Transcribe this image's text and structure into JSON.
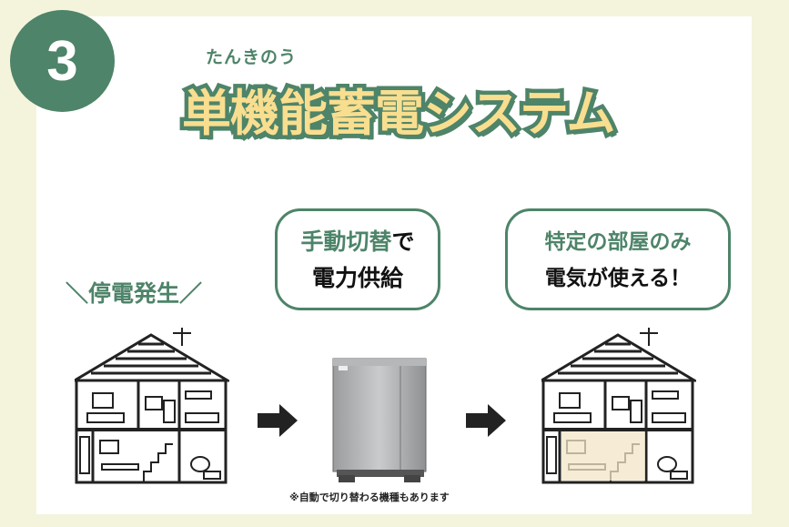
{
  "step_number": "3",
  "title_ruby": "たんきのう",
  "title": "単機能蓄電システム",
  "outage_label": "＼停電発生／",
  "box1": {
    "line1_green": "手動切替",
    "line1_black": "で",
    "line2": "電力供給"
  },
  "box2": {
    "line1": "特定の部屋のみ",
    "line2": "電気が使える！"
  },
  "caption": "※自動で切り替わる機種もあります",
  "colors": {
    "accent": "#4e8469",
    "title_fill": "#f9de8f",
    "background": "#f4f4dc",
    "powered_room": "#f3e6c8"
  }
}
